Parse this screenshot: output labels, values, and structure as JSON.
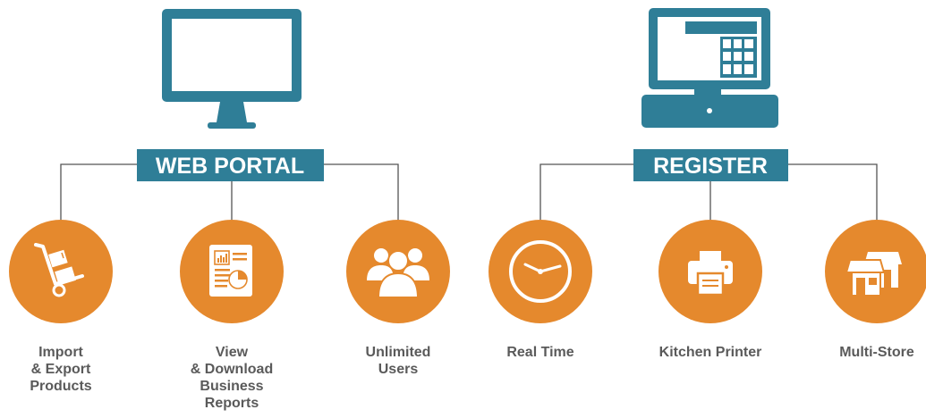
{
  "colors": {
    "teal": "#2f7e97",
    "orange": "#e5892d",
    "line": "#555555",
    "label": "#5a5a5a"
  },
  "web_portal": {
    "title": "WEB PORTAL",
    "device_icon": "desktop-monitor-icon",
    "features": [
      {
        "icon": "hand-truck-boxes-icon",
        "label_lines": [
          "Import",
          "& Export",
          "Products"
        ]
      },
      {
        "icon": "report-document-icon",
        "label_lines": [
          "View",
          "& Download",
          "Business",
          "Reports"
        ]
      },
      {
        "icon": "users-group-icon",
        "label_lines": [
          "Unlimited",
          "Users"
        ]
      }
    ]
  },
  "register": {
    "title": "REGISTER",
    "device_icon": "pos-register-icon",
    "features": [
      {
        "icon": "clock-icon",
        "label_lines": [
          "Real Time"
        ]
      },
      {
        "icon": "printer-icon",
        "label_lines": [
          "Kitchen Printer"
        ]
      },
      {
        "icon": "store-icon",
        "label_lines": [
          "Multi-Store"
        ]
      }
    ]
  }
}
